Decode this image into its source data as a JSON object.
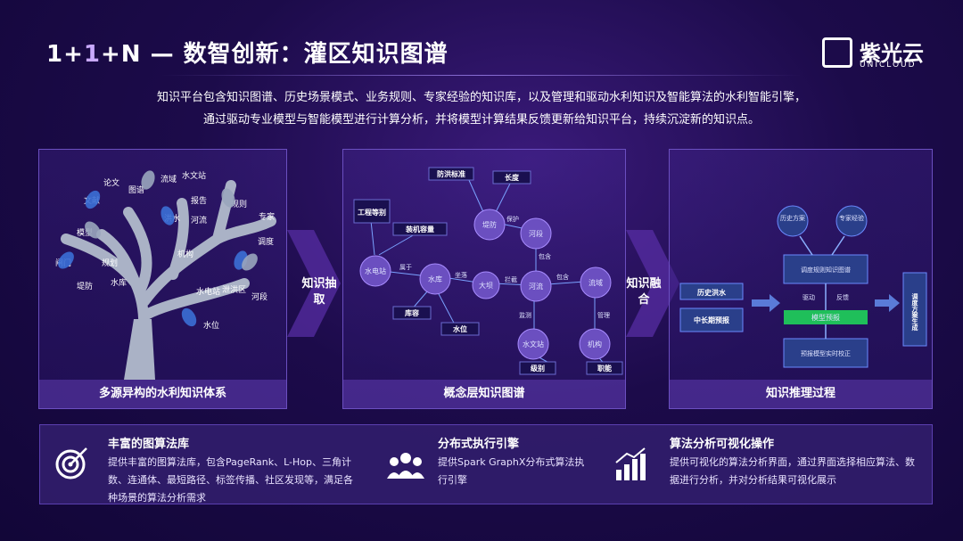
{
  "header": {
    "title_prefix_1": "1+",
    "title_prefix_2": "1",
    "title_rest": "+N — 数智创新：灌区知识图谱"
  },
  "logo": {
    "cn": "紫光云",
    "en": "UNICLOUD"
  },
  "description": {
    "line1": "知识平台包含知识图谱、历史场景模式、业务规则、专家经验的知识库，以及管理和驱动水利知识及智能算法的水利智能引擎，",
    "line2": "通过驱动专业模型与智能模型进行计算分析，并将模型计算结果反馈更新给知识平台，持续沉淀新的知识点。"
  },
  "panels": {
    "left": {
      "caption": "多源异构的水利知识体系",
      "leaves": [
        "论文",
        "图谱",
        "流域",
        "水文站",
        "文献",
        "报告",
        "河流",
        "洪水",
        "专家",
        "规则",
        "模型",
        "机构",
        "调度",
        "规划",
        "水库",
        "闸门",
        "水电站",
        "泄洪区",
        "堤防",
        "河段",
        "水位"
      ]
    },
    "middle": {
      "caption": "概念层知识图谱",
      "nodes": {
        "hydro": "水电站",
        "reservoir": "水库",
        "dam": "大坝",
        "river": "河流",
        "basin": "流域",
        "dike": "堤防",
        "reach": "河段",
        "station": "水文站",
        "org": "机构"
      },
      "boxes": {
        "grade": "工程等别",
        "flood_std": "防洪标准",
        "length": "长度",
        "capacity": "装机容量",
        "storage": "库容",
        "water_level": "水位",
        "level": "级别",
        "duty": "职能"
      },
      "edges": {
        "belongs": "属于",
        "located": "坐落",
        "intercept": "拦截",
        "contains": "包含",
        "protect": "保护",
        "include": "包含",
        "monitor": "监测",
        "manage": "管理"
      }
    },
    "right": {
      "caption": "知识推理过程",
      "history_plan": "历史方案",
      "expert": "专家经验",
      "rules": "调度规则知识图谱",
      "drive": "驱动",
      "feedback": "反馈",
      "model_forecast": "模型预报",
      "forecast_model": "预报模型实时校正",
      "hist_flood": "历史洪水",
      "mid_long": "中长期预报",
      "output": "调度方案生成"
    }
  },
  "arrows": {
    "extract": "知识抽取",
    "fuse": "知识融合"
  },
  "features": [
    {
      "title": "丰富的图算法库",
      "icon": "target-icon",
      "text": "提供丰富的图算法库，包含PageRank、L-Hop、三角计数、连通体、最短路径、标签传播、社区发现等，满足各种场景的算法分析需求"
    },
    {
      "title": "分布式执行引擎",
      "icon": "team-icon",
      "text": "提供Spark GraphX分布式算法执行引擎"
    },
    {
      "title": "算法分析可视化操作",
      "icon": "chart-growth-icon",
      "text": "提供可视化的算法分析界面，通过界面选择相应算法、数据进行分析，并对分析结果可视化展示"
    }
  ],
  "colors": {
    "accent": "#c9a9ff",
    "green": "#1fbf5a",
    "blue": "#2a62c8",
    "bg": "#1c0b4a"
  }
}
